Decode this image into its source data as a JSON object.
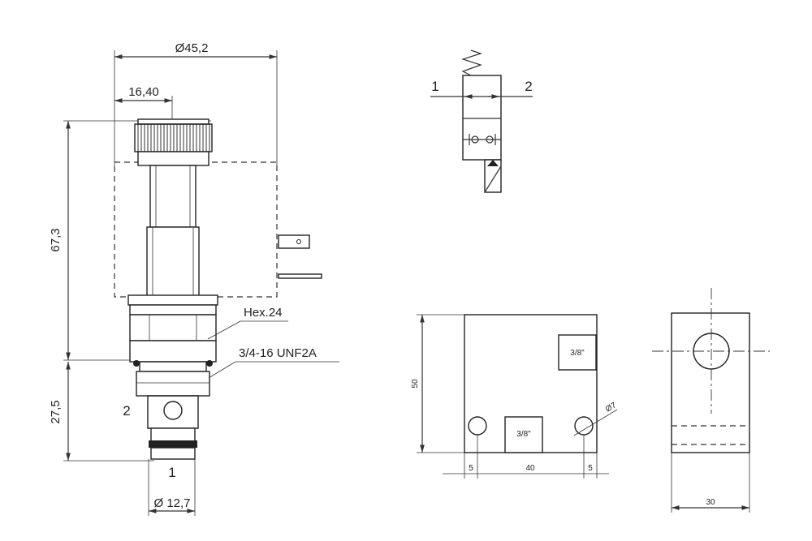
{
  "valve_drawing": {
    "dimensions": {
      "overall_diameter": "Ø45,2",
      "knob_offset": "16,40",
      "height_upper": "67,3",
      "height_lower": "27,5",
      "bottom_diameter": "Ø 12,7"
    },
    "callouts": {
      "hex": "Hex.24",
      "thread": "3/4-16 UNF2A"
    },
    "ports": {
      "side": "2",
      "bottom": "1"
    }
  },
  "symbol": {
    "port_left": "1",
    "port_right": "2"
  },
  "block_front": {
    "height": "50",
    "port_top": "3/8\"",
    "port_bottom": "3/8\"",
    "hole_diameter": "Ø7",
    "dim_left": "5",
    "dim_middle": "40",
    "dim_right": "5"
  },
  "block_side": {
    "width": "30"
  }
}
